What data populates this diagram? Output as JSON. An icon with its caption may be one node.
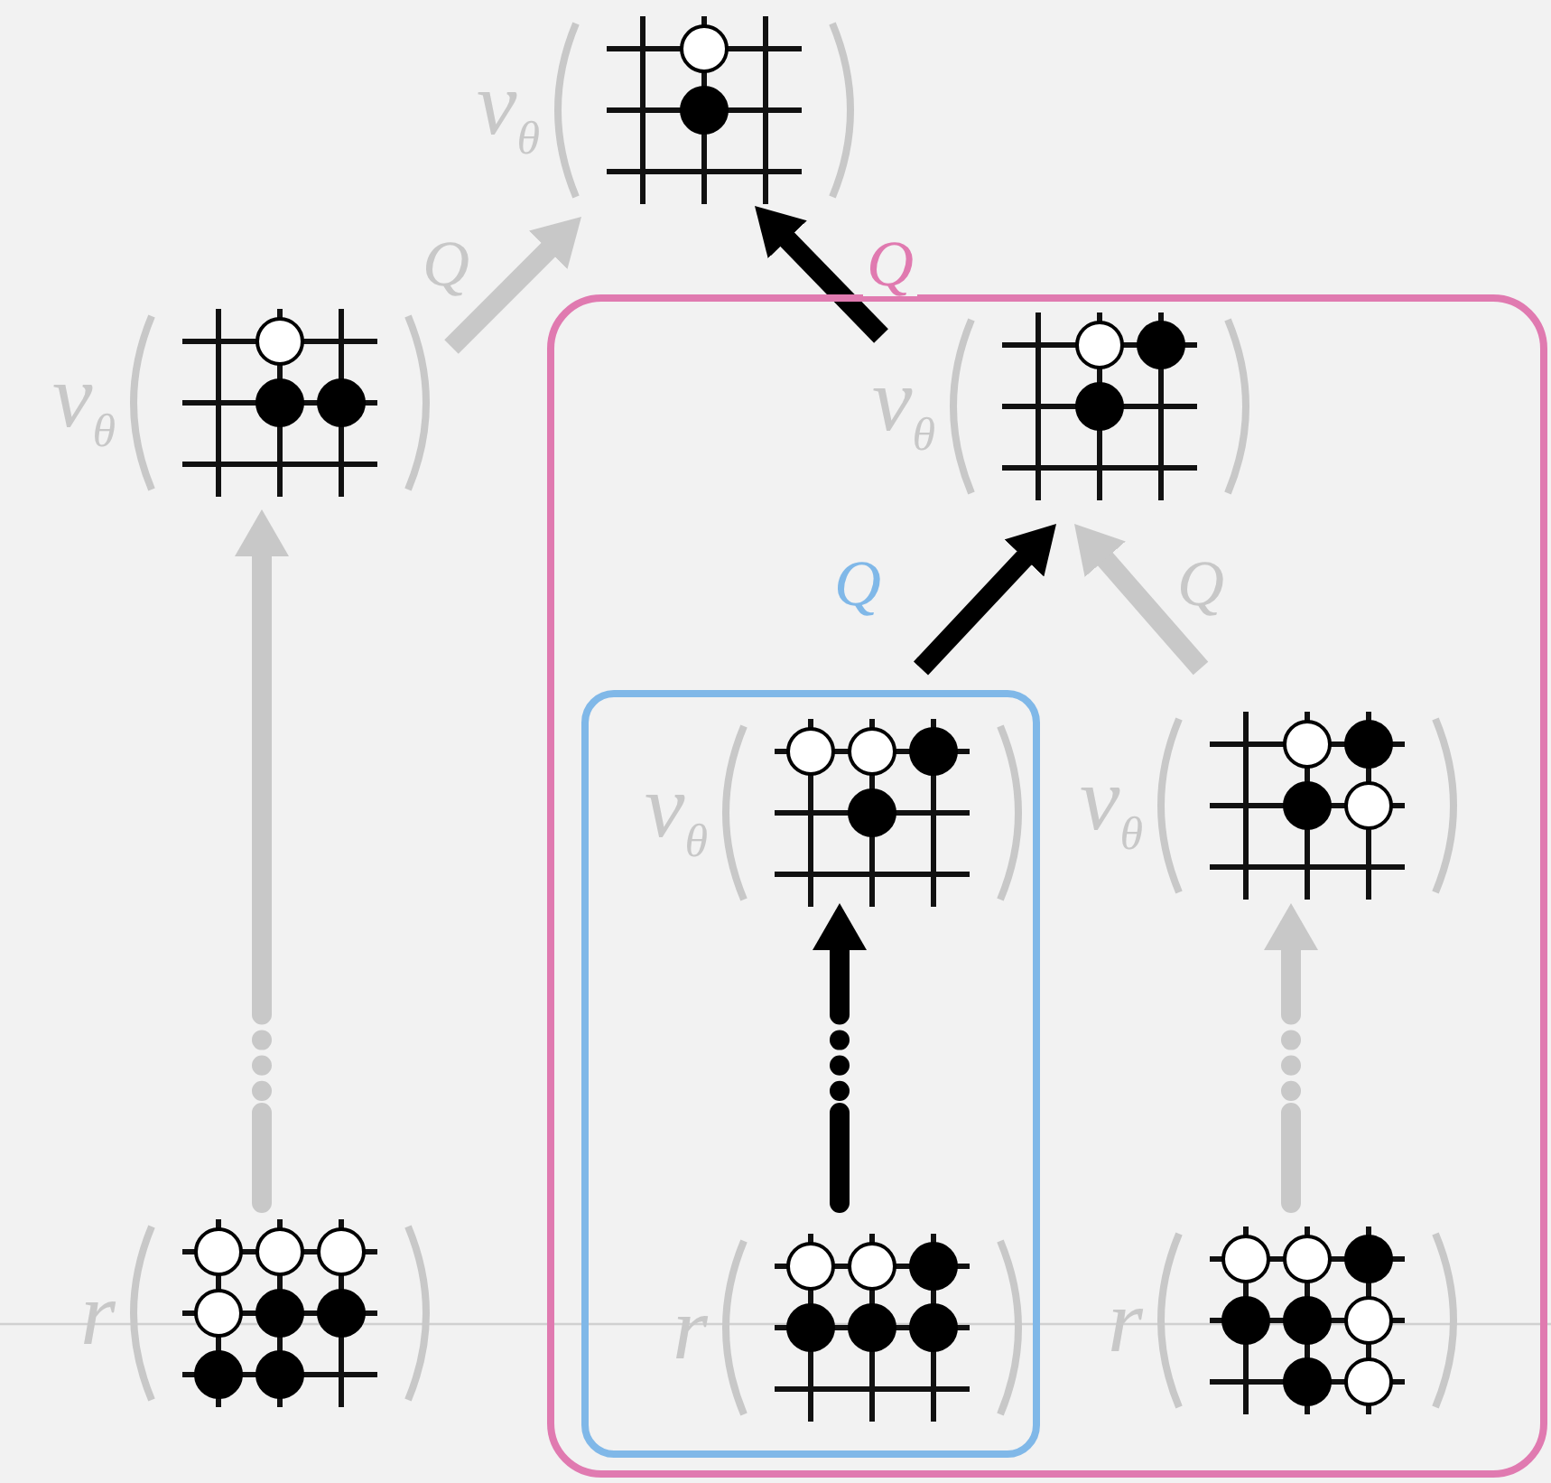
{
  "diagram": {
    "nodes": [
      {
        "text": [
          "v$_{θ}$"
        ]
      },
      {
        "text": [
          "v$_{θ}$"
        ]
      },
      {
        "text": [],
        "shape": "box"
      },
      {
        "text": [
          "v$_{θ}$"
        ],
        "in": 2
      },
      {
        "text": [],
        "shape": "box",
        "in": 2
      },
      {
        "text": [
          "v$_{θ}$"
        ],
        "in": 4
      },
      {
        "text": [
          "v$_{θ}$"
        ],
        "in": 2
      },
      {
        "text": [
          "r"
        ]
      },
      {
        "text": [
          "r"
        ],
        "in": 4
      },
      {
        "text": [
          "r"
        ],
        "in": 2
      }
    ],
    "edges": [
      {
        "from": 1,
        "to": 0,
        "arrow": "to",
        "label": "Q"
      },
      {
        "from": 3,
        "to": 0,
        "arrow": "to",
        "label": "Q",
        "color": "#000000"
      },
      {
        "from": 5,
        "to": 3,
        "arrow": "to",
        "label": "Q",
        "color": "#000000"
      },
      {
        "from": 6,
        "to": 3,
        "arrow": "to",
        "label": "Q"
      },
      {
        "from": 7,
        "to": 1,
        "arrow": "to",
        "style": "dashed"
      },
      {
        "from": 8,
        "to": 5,
        "arrow": "to",
        "style": "dashed",
        "color": "#000000"
      },
      {
        "from": 9,
        "to": 6,
        "arrow": "to",
        "style": "dashed"
      }
    ]
  }
}
